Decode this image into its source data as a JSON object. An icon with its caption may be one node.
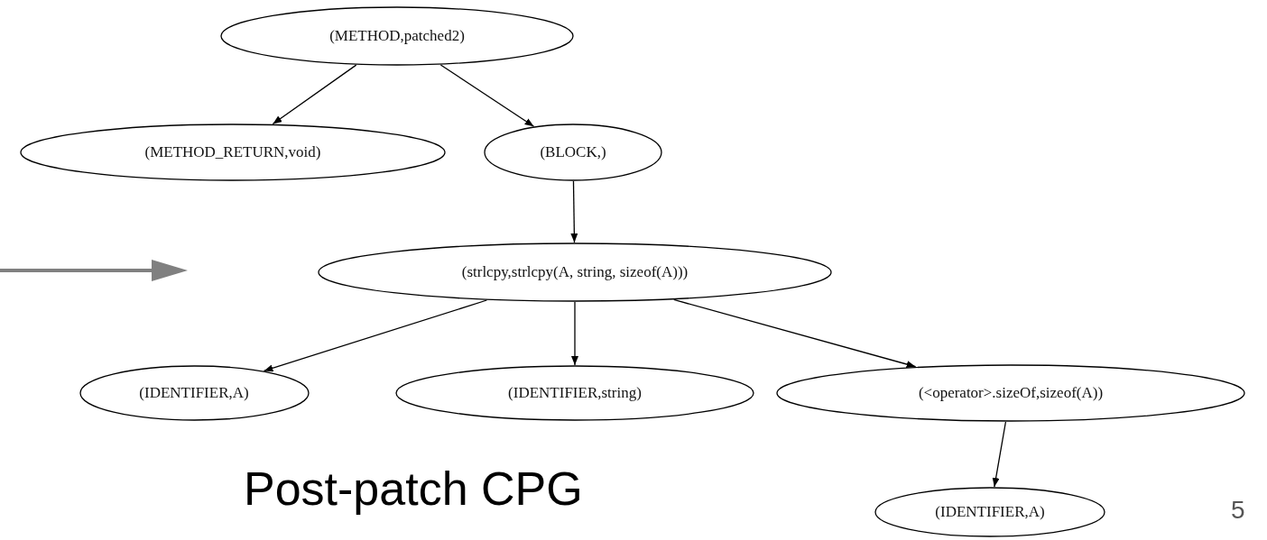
{
  "diagram": {
    "caption": "Post-patch CPG",
    "nodes": [
      {
        "text": [
          "(METHOD,patched2)"
        ]
      },
      {
        "text": [
          "(METHOD_RETURN,void)"
        ]
      },
      {
        "text": [
          "(BLOCK,)"
        ]
      },
      {
        "text": [
          "(strlcpy,strlcpy(A, string, sizeof(A)))"
        ]
      },
      {
        "text": [
          "(IDENTIFIER,A)"
        ]
      },
      {
        "text": [
          "(IDENTIFIER,string)"
        ]
      },
      {
        "text": [
          "(<operator>.sizeOf,sizeof(A))"
        ]
      },
      {
        "text": [
          "(IDENTIFIER,A)"
        ]
      }
    ],
    "edges": [
      {
        "from": 0,
        "to": 1,
        "arrow": "to"
      },
      {
        "from": 0,
        "to": 2,
        "arrow": "to"
      },
      {
        "from": 2,
        "to": 3,
        "arrow": "to"
      },
      {
        "from": 3,
        "to": 4,
        "arrow": "to"
      },
      {
        "from": 3,
        "to": 5,
        "arrow": "to"
      },
      {
        "from": 3,
        "to": 6,
        "arrow": "to"
      },
      {
        "from": 6,
        "to": 7,
        "arrow": "to"
      }
    ],
    "labels": [
      "5"
    ]
  }
}
